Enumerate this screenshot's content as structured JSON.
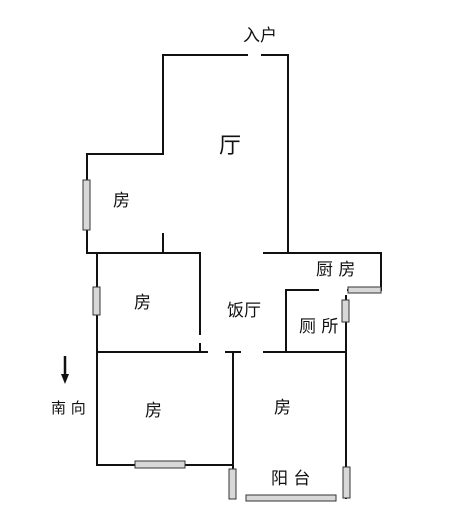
{
  "plan": {
    "entrance": "入户",
    "living_room": "厅",
    "dining_room": "饭厅",
    "kitchen": "厨 房",
    "toilet": "厕 所",
    "balcony": "阳 台",
    "room_upper_left": "房",
    "room_middle_left": "房",
    "room_lower_left": "房",
    "room_lower_right": "房",
    "orientation": "南 向"
  },
  "colors": {
    "wall": "#111111",
    "window_frame": "#333333",
    "window_fill": "#d8d8d8"
  }
}
